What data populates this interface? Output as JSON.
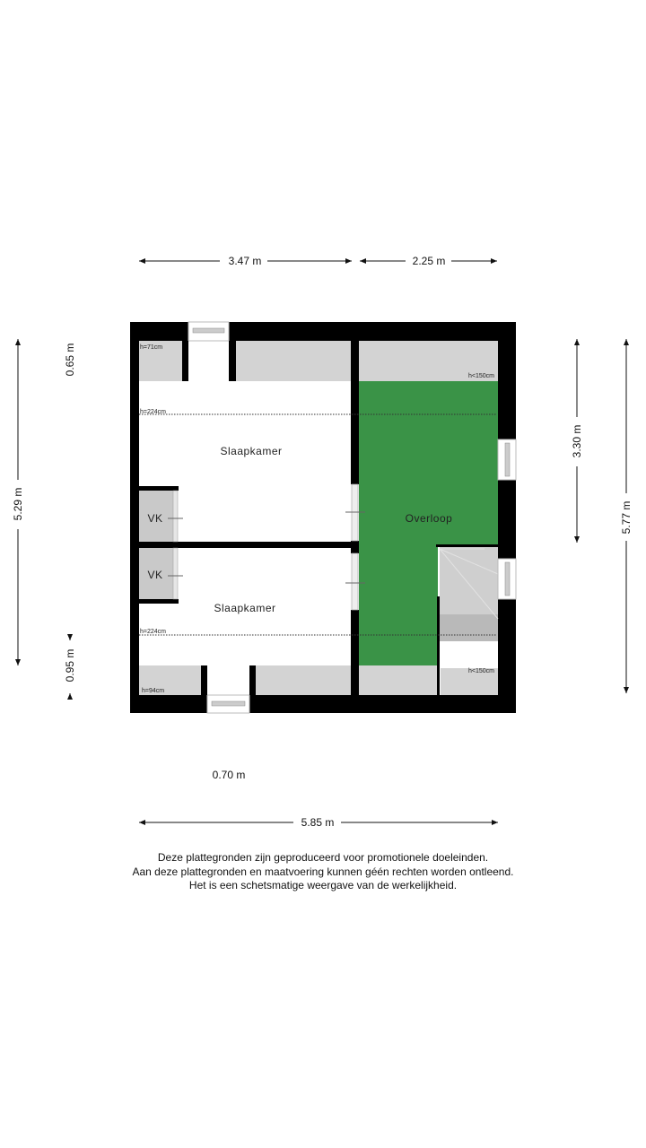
{
  "dimensions": {
    "top_left": "3.47 m",
    "top_right": "2.25 m",
    "left_total": "5.29 m",
    "left_top": "0.65 m",
    "left_bottom": "0.95 m",
    "right_inner": "3.30 m",
    "right_total": "5.77 m",
    "bottom_opening": "0.70 m",
    "bottom_total": "5.85 m"
  },
  "rooms": {
    "bedroom_top": "Slaapkamer",
    "bedroom_bottom": "Slaapkamer",
    "landing": "Overloop",
    "closet_top": "VK",
    "closet_bottom": "VK"
  },
  "heights": {
    "top_left": "h=71cm",
    "dotted_top": "h=224cm",
    "dotted_bottom": "h=224cm",
    "bottom_left": "h=94cm",
    "landing_top": "h<150cm",
    "stair_bottom": "h<150cm"
  },
  "colors": {
    "landing": "#3a9347",
    "wall": "#000000",
    "low_ceiling": "#d3d3d3"
  },
  "disclaimer": [
    "Deze plattegronden zijn geproduceerd voor promotionele doeleinden.",
    "Aan deze plattegronden en maatvoering kunnen géén rechten worden ontleend.",
    "Het is een schetsmatige weergave van de werkelijkheid."
  ]
}
